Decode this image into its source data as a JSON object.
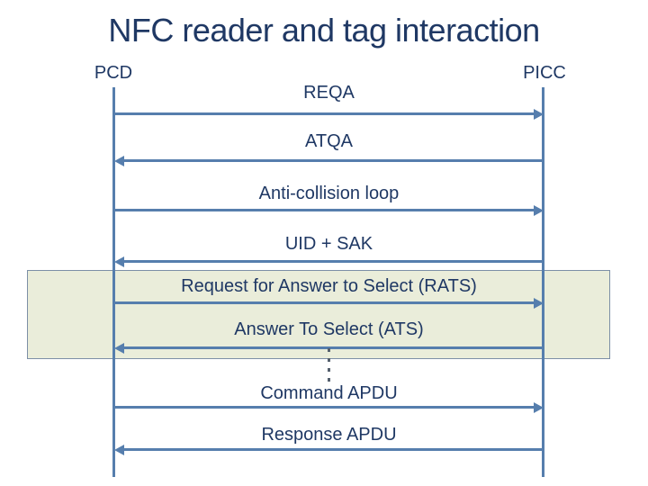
{
  "title": "NFC reader and tag interaction",
  "actors": {
    "left": "PCD",
    "right": "PICC"
  },
  "diagram": {
    "type": "sequence",
    "messages": [
      {
        "label": "REQA",
        "direction": "right",
        "highlighted": false
      },
      {
        "label": "ATQA",
        "direction": "left",
        "highlighted": false
      },
      {
        "label": "Anti-collision loop",
        "direction": "right",
        "highlighted": false
      },
      {
        "label": "UID + SAK",
        "direction": "left",
        "highlighted": false
      },
      {
        "label": "Request for Answer to Select (RATS)",
        "direction": "right",
        "highlighted": true
      },
      {
        "label": "Answer To Select (ATS)",
        "direction": "left",
        "highlighted": true
      },
      {
        "label": "Command APDU",
        "direction": "right",
        "highlighted": false
      },
      {
        "label": "Response APDU",
        "direction": "left",
        "highlighted": false
      }
    ],
    "continuation_marker": "vertical-ellipsis"
  },
  "colors": {
    "text": "#1f3864",
    "line": "#567ead",
    "highlight_fill": "#eaedda",
    "highlight_border": "#7c8fa6"
  }
}
